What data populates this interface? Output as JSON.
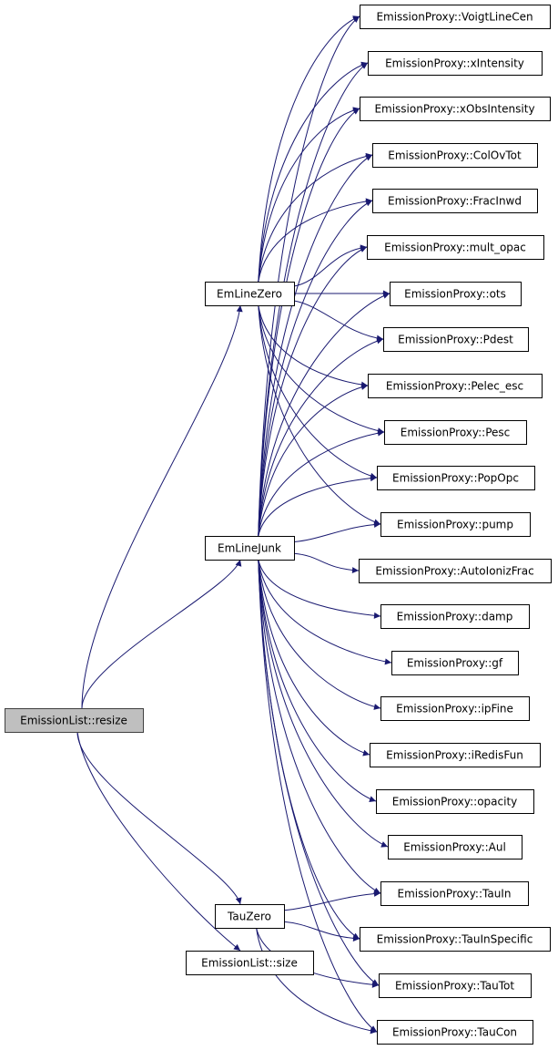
{
  "graph": {
    "type": "call-graph",
    "colors": {
      "edge": "#191970",
      "root_fill": "#bfbfbf",
      "node_fill": "#ffffff"
    },
    "root": "resize",
    "nodes": [
      {
        "id": "resize",
        "label": "EmissionList::resize"
      },
      {
        "id": "EmLineZero",
        "label": "EmLineZero"
      },
      {
        "id": "EmLineJunk",
        "label": "EmLineJunk"
      },
      {
        "id": "TauZero",
        "label": "TauZero"
      },
      {
        "id": "size",
        "label": "EmissionList::size"
      },
      {
        "id": "VoigtLineCen",
        "label": "EmissionProxy::VoigtLineCen"
      },
      {
        "id": "xIntensity",
        "label": "EmissionProxy::xIntensity"
      },
      {
        "id": "xObsIntensity",
        "label": "EmissionProxy::xObsIntensity"
      },
      {
        "id": "ColOvTot",
        "label": "EmissionProxy::ColOvTot"
      },
      {
        "id": "FracInwd",
        "label": "EmissionProxy::FracInwd"
      },
      {
        "id": "mult_opac",
        "label": "EmissionProxy::mult_opac"
      },
      {
        "id": "ots",
        "label": "EmissionProxy::ots"
      },
      {
        "id": "Pdest",
        "label": "EmissionProxy::Pdest"
      },
      {
        "id": "Pelec_esc",
        "label": "EmissionProxy::Pelec_esc"
      },
      {
        "id": "Pesc",
        "label": "EmissionProxy::Pesc"
      },
      {
        "id": "PopOpc",
        "label": "EmissionProxy::PopOpc"
      },
      {
        "id": "pump",
        "label": "EmissionProxy::pump"
      },
      {
        "id": "AutoIonizFrac",
        "label": "EmissionProxy::AutoIonizFrac"
      },
      {
        "id": "damp",
        "label": "EmissionProxy::damp"
      },
      {
        "id": "gf",
        "label": "EmissionProxy::gf"
      },
      {
        "id": "ipFine",
        "label": "EmissionProxy::ipFine"
      },
      {
        "id": "iRedisFun",
        "label": "EmissionProxy::iRedisFun"
      },
      {
        "id": "opacity",
        "label": "EmissionProxy::opacity"
      },
      {
        "id": "Aul",
        "label": "EmissionProxy::Aul"
      },
      {
        "id": "TauIn",
        "label": "EmissionProxy::TauIn"
      },
      {
        "id": "TauInSpecific",
        "label": "EmissionProxy::TauInSpecific"
      },
      {
        "id": "TauTot",
        "label": "EmissionProxy::TauTot"
      },
      {
        "id": "TauCon",
        "label": "EmissionProxy::TauCon"
      }
    ],
    "edges": [
      [
        "resize",
        "EmLineZero"
      ],
      [
        "resize",
        "EmLineJunk"
      ],
      [
        "resize",
        "TauZero"
      ],
      [
        "resize",
        "size"
      ],
      [
        "EmLineZero",
        "VoigtLineCen"
      ],
      [
        "EmLineZero",
        "xIntensity"
      ],
      [
        "EmLineZero",
        "xObsIntensity"
      ],
      [
        "EmLineZero",
        "ColOvTot"
      ],
      [
        "EmLineZero",
        "FracInwd"
      ],
      [
        "EmLineZero",
        "mult_opac"
      ],
      [
        "EmLineZero",
        "ots"
      ],
      [
        "EmLineZero",
        "Pdest"
      ],
      [
        "EmLineZero",
        "Pelec_esc"
      ],
      [
        "EmLineZero",
        "Pesc"
      ],
      [
        "EmLineZero",
        "PopOpc"
      ],
      [
        "EmLineZero",
        "pump"
      ],
      [
        "EmLineJunk",
        "VoigtLineCen"
      ],
      [
        "EmLineJunk",
        "xIntensity"
      ],
      [
        "EmLineJunk",
        "xObsIntensity"
      ],
      [
        "EmLineJunk",
        "ColOvTot"
      ],
      [
        "EmLineJunk",
        "FracInwd"
      ],
      [
        "EmLineJunk",
        "mult_opac"
      ],
      [
        "EmLineJunk",
        "ots"
      ],
      [
        "EmLineJunk",
        "Pdest"
      ],
      [
        "EmLineJunk",
        "Pelec_esc"
      ],
      [
        "EmLineJunk",
        "Pesc"
      ],
      [
        "EmLineJunk",
        "PopOpc"
      ],
      [
        "EmLineJunk",
        "pump"
      ],
      [
        "EmLineJunk",
        "AutoIonizFrac"
      ],
      [
        "EmLineJunk",
        "damp"
      ],
      [
        "EmLineJunk",
        "gf"
      ],
      [
        "EmLineJunk",
        "ipFine"
      ],
      [
        "EmLineJunk",
        "iRedisFun"
      ],
      [
        "EmLineJunk",
        "opacity"
      ],
      [
        "EmLineJunk",
        "Aul"
      ],
      [
        "EmLineJunk",
        "TauIn"
      ],
      [
        "EmLineJunk",
        "TauInSpecific"
      ],
      [
        "EmLineJunk",
        "TauTot"
      ],
      [
        "EmLineJunk",
        "TauCon"
      ],
      [
        "TauZero",
        "TauIn"
      ],
      [
        "TauZero",
        "TauInSpecific"
      ],
      [
        "TauZero",
        "TauTot"
      ],
      [
        "TauZero",
        "TauCon"
      ]
    ]
  }
}
